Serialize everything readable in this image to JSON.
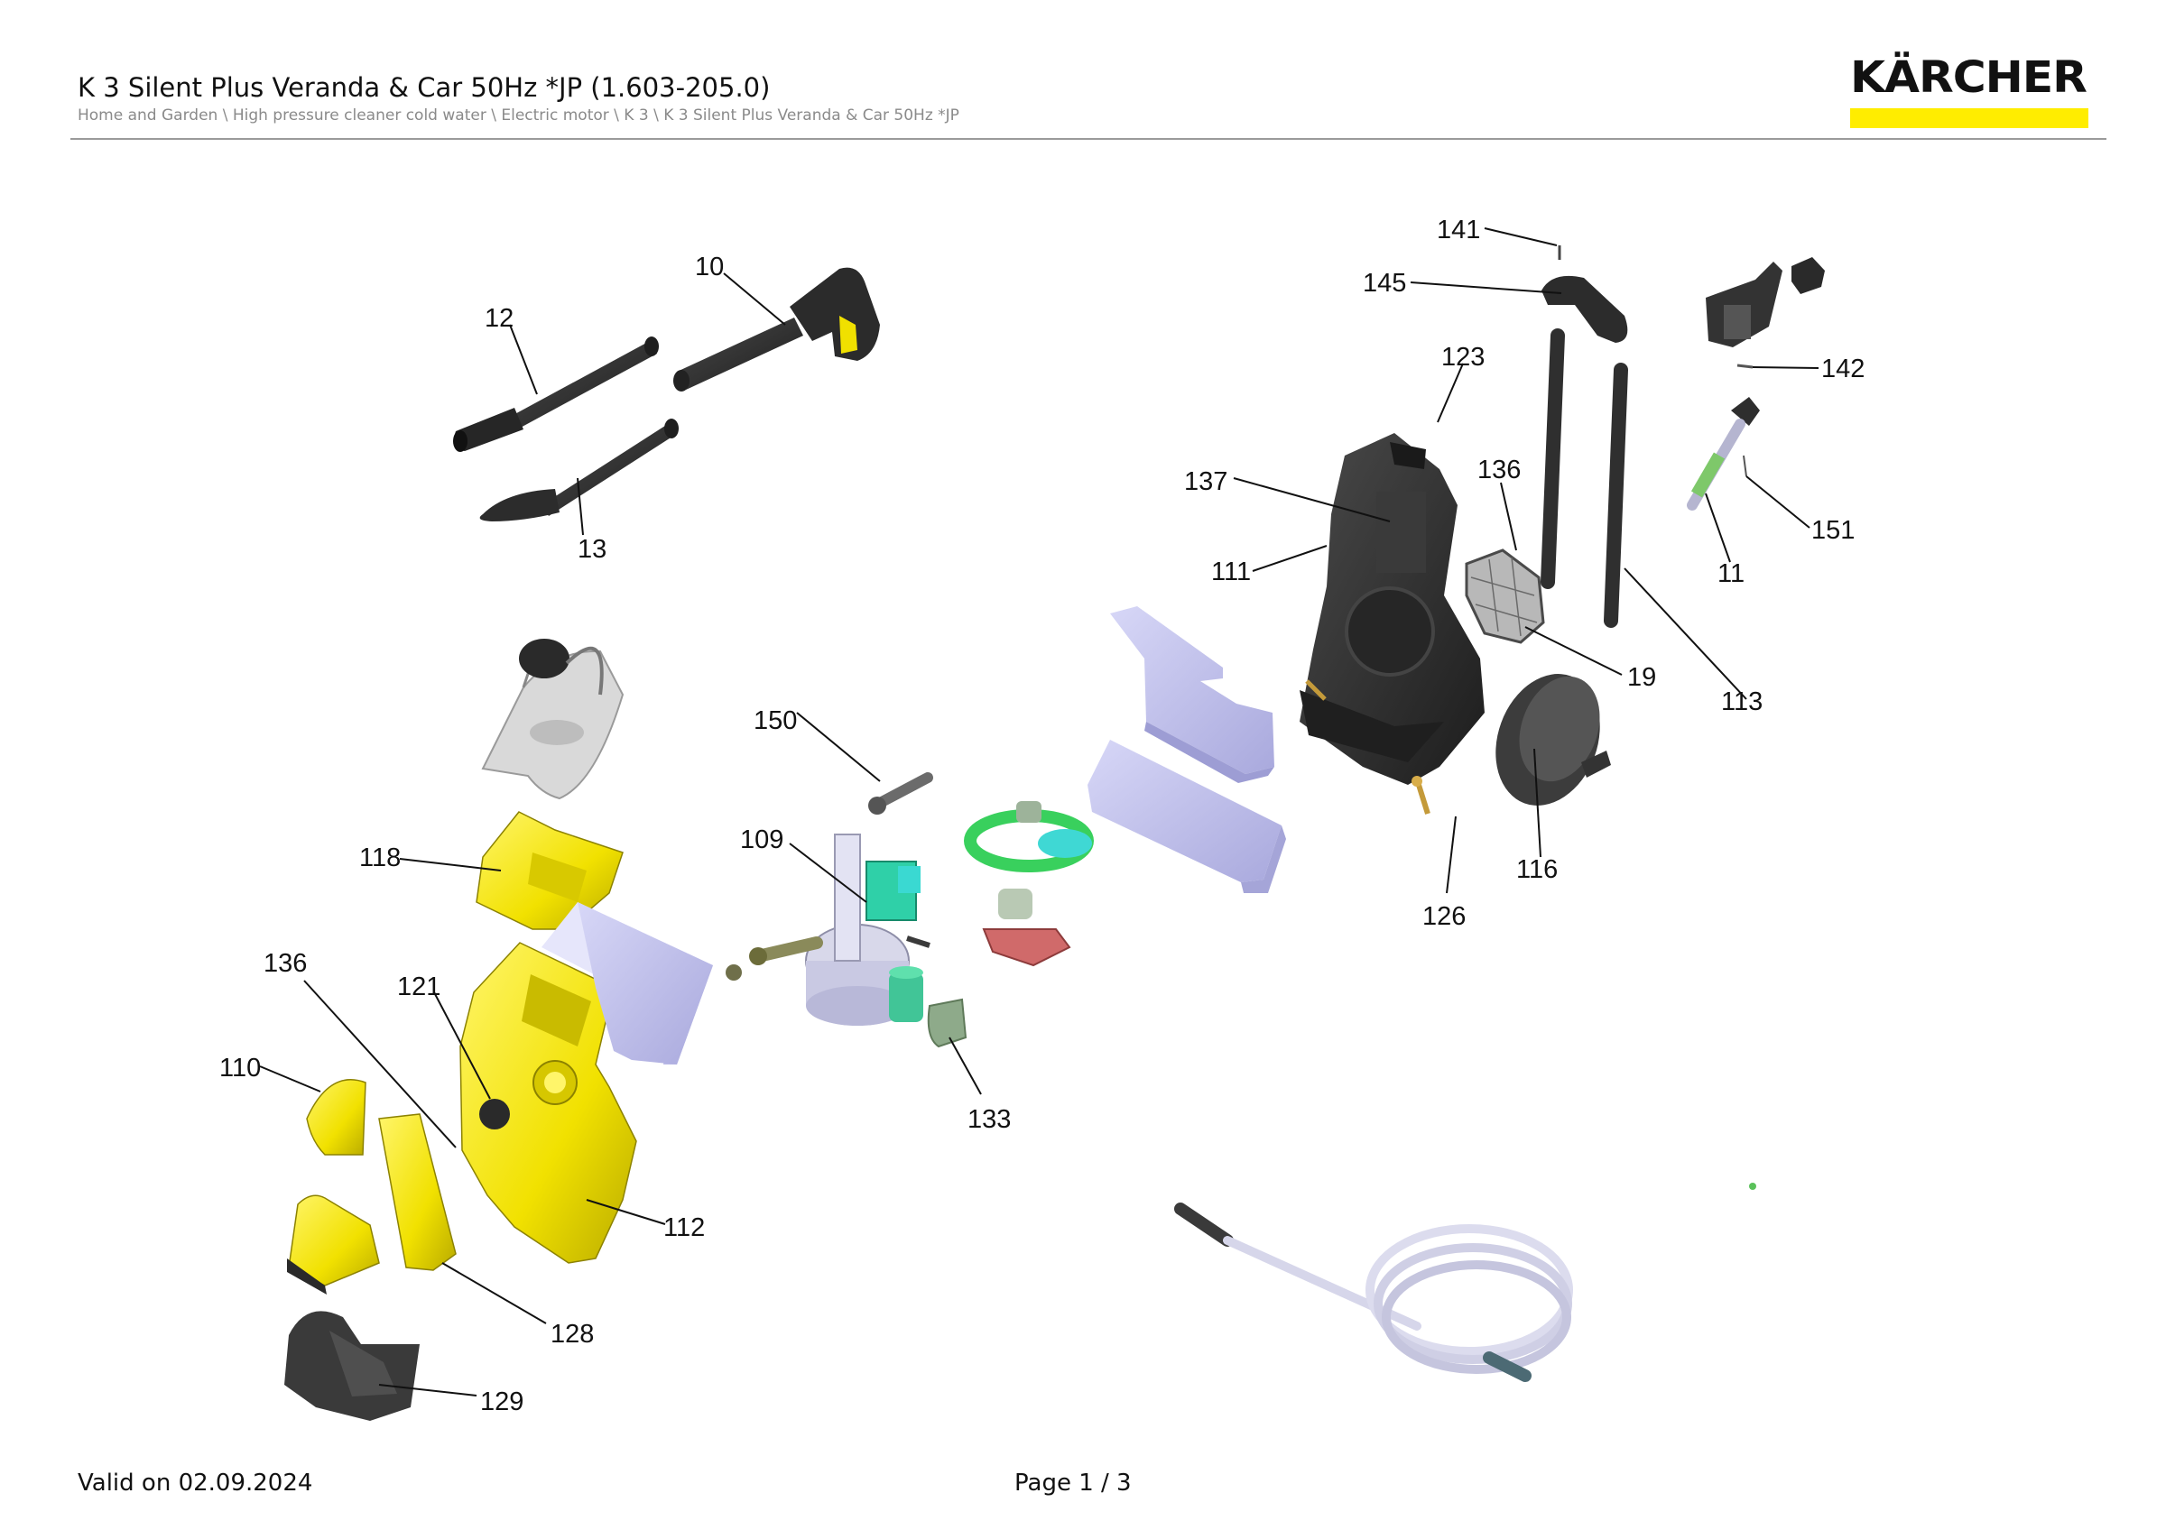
{
  "header": {
    "title": "K 3 Silent Plus Veranda & Car 50Hz *JP (1.603-205.0)",
    "breadcrumb": "Home and Garden \\ High pressure cleaner cold water \\ Electric motor \\ K 3 \\ K 3 Silent Plus Veranda & Car 50Hz *JP"
  },
  "logo": {
    "text": "KÄRCHER",
    "bar_color": "#ffed00"
  },
  "footer": {
    "valid": "Valid on 02.09.2024",
    "page": "Page 1 / 3"
  },
  "callouts": {
    "c10": "10",
    "c12": "12",
    "c13": "13",
    "c141": "141",
    "c145": "145",
    "c142": "142",
    "c123": "123",
    "c137": "137",
    "c136a": "136",
    "c111": "111",
    "c151": "151",
    "c11": "11",
    "c19": "19",
    "c113": "113",
    "c150": "150",
    "c109": "109",
    "c118": "118",
    "c116": "116",
    "c126": "126",
    "c136b": "136",
    "c121": "121",
    "c110": "110",
    "c133": "133",
    "c112": "112",
    "c128": "128",
    "c129": "129"
  },
  "colors": {
    "housing_yellow": "#ffed00",
    "frame_dark": "#2f2f2f",
    "filter_lavender": "#c4c4ee",
    "pump_green": "#2fd36e",
    "pump_cyan": "#33d1d8",
    "pump_red": "#d66a6a",
    "hose_white": "#e8e8f0"
  }
}
